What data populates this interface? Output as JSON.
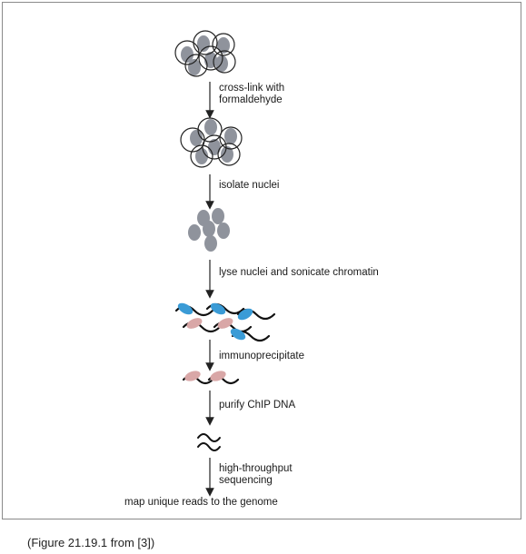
{
  "steps": [
    {
      "line1": "cross-link with",
      "line2": "formaldehyde"
    },
    {
      "line1": "isolate nuclei",
      "line2": ""
    },
    {
      "line1": "lyse nuclei and sonicate chromatin",
      "line2": ""
    },
    {
      "line1": "immunoprecipitate",
      "line2": ""
    },
    {
      "line1": "purify ChIP DNA",
      "line2": ""
    },
    {
      "line1": "high-throughput",
      "line2": "sequencing"
    }
  ],
  "final_label": "map unique reads to the genome",
  "caption": "(Figure 21.19.1 from [3])",
  "colors": {
    "nucleus": "#8f939c",
    "cell_outline": "#222222",
    "blue_protein": "#3a9bd6",
    "pink_protein": "#d9a7a7",
    "dna": "#111111"
  }
}
